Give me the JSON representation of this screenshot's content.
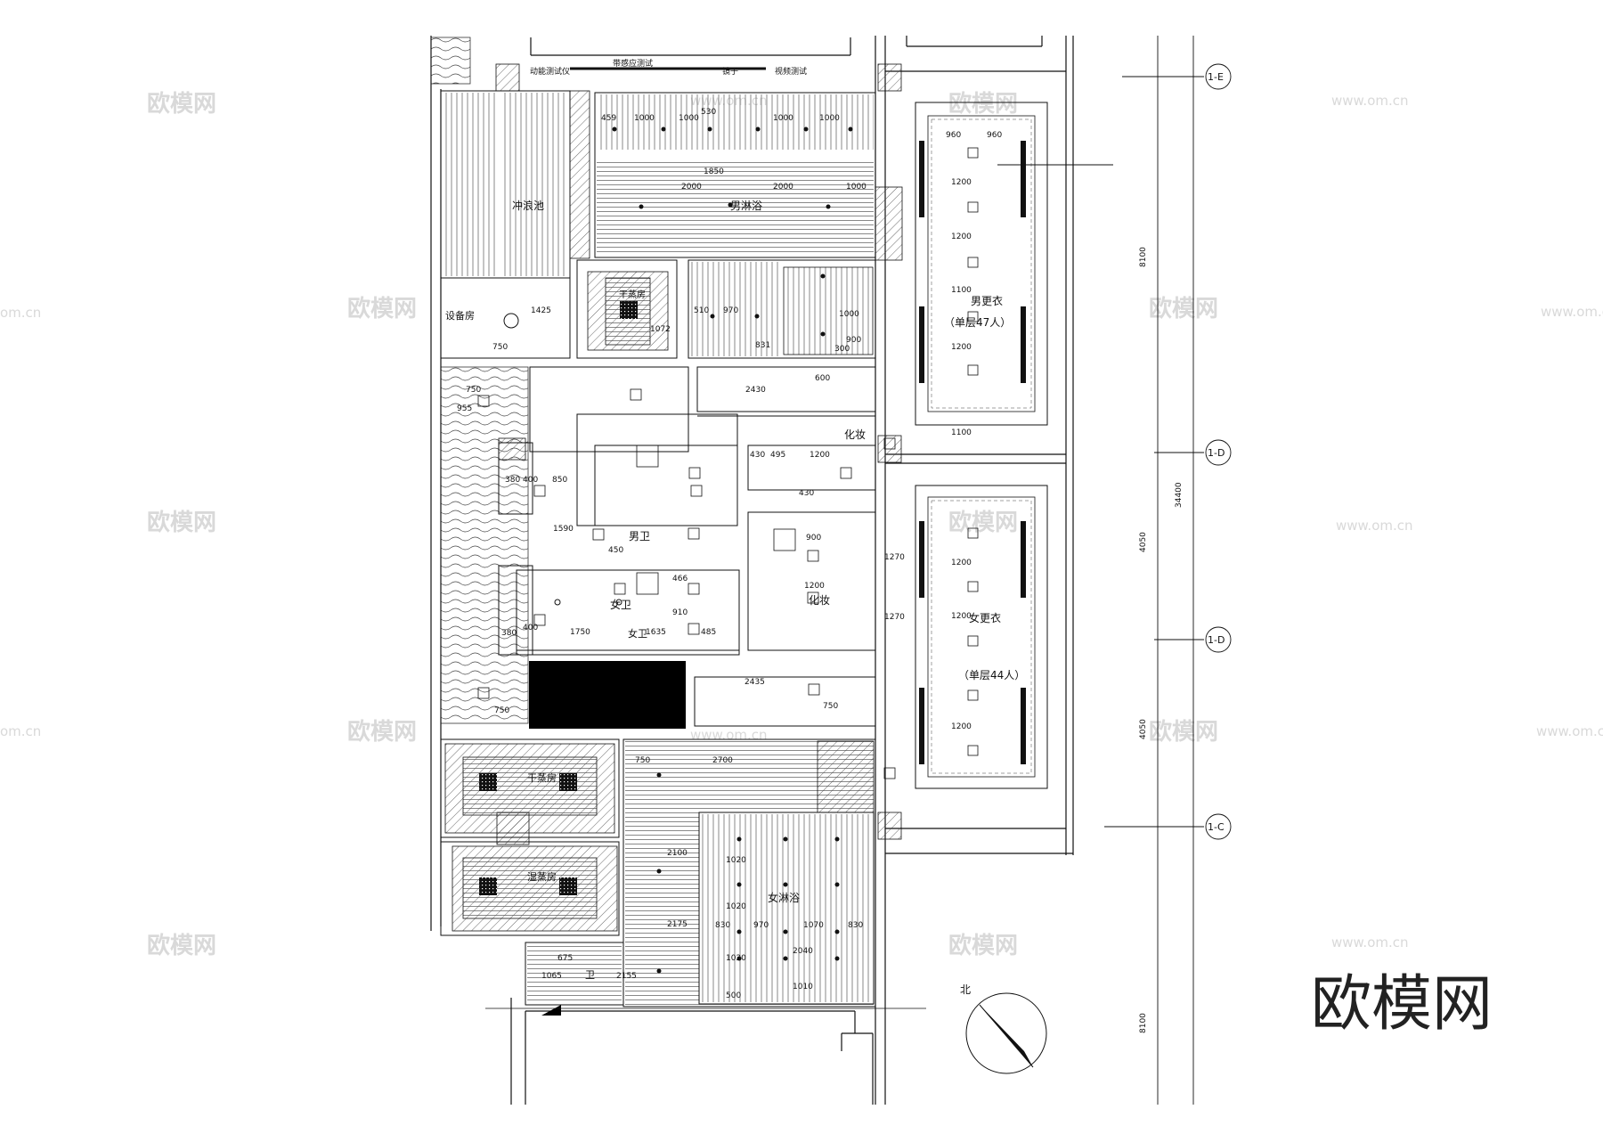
{
  "labels": {
    "top_note_1": "动能测试仪",
    "top_note_2": "带感应测试",
    "top_note_3": "镜子",
    "top_note_4": "视频测试",
    "plunge_pool": "冲浪池",
    "equipment_room": "设备房",
    "male_shower": "男淋浴",
    "dry_sauna_male": "干蒸房",
    "makeup_top": "化妆",
    "makeup_mid": "化妆",
    "male_toilet": "男卫",
    "female_toilet_1": "女卫",
    "female_toilet_2": "女卫",
    "dry_sauna_female": "干蒸房",
    "steam_room_female": "湿蒸房",
    "female_shower": "女淋浴",
    "toilet_small": "卫",
    "male_locker": "男更衣",
    "male_locker_count": "（单层47人）",
    "female_locker": "女更衣",
    "female_locker_count": "（单层44人）",
    "north": "北"
  },
  "dimensions": {
    "d459": "459",
    "d1000a": "1000",
    "d1000b": "1000",
    "d1000c": "1000",
    "d1000d": "1000",
    "d530": "530",
    "d2000a": "2000",
    "d2000b": "2000",
    "d1000e": "1000",
    "d1850": "1850",
    "d1425": "1425",
    "d750a": "750",
    "d510": "510",
    "d970a": "970",
    "d1072": "1072",
    "d831": "831",
    "d1000f": "1000",
    "d900a": "900",
    "d300": "300",
    "d2430": "2430",
    "d600": "600",
    "d955": "955",
    "d750b": "750",
    "d430a": "430",
    "d495": "495",
    "d1200a": "1200",
    "d430b": "430",
    "d380a": "380",
    "d400a": "400",
    "d850": "850",
    "d1590": "1590",
    "d450": "450",
    "d900b": "900",
    "d466": "466",
    "d910": "910",
    "d380b": "380",
    "d400b": "400",
    "d1750": "1750",
    "d1635": "1635",
    "d485": "485",
    "d1270a": "1270",
    "d1270b": "1270",
    "d1200b": "1200",
    "d2435": "2435",
    "d750c": "750",
    "d750d": "750",
    "d2700": "2700",
    "d750e": "750",
    "d2100": "2100",
    "d2175": "2175",
    "d1020a": "1020",
    "d1020b": "1020",
    "d1020c": "1020",
    "d830a": "830",
    "d970b": "970",
    "d1070": "1070",
    "d830b": "830",
    "d2040": "2040",
    "d1010": "1010",
    "d500": "500",
    "d675": "675",
    "d1065": "1065",
    "d2155": "2155",
    "m960a": "960",
    "m960b": "960",
    "m1200a": "1200",
    "m1200b": "1200",
    "m1100a": "1100",
    "m1200c": "1200",
    "m1100b": "1100",
    "f1200a": "1200",
    "f1200b": "1200",
    "f1200c": "1200",
    "overall": "34400",
    "span_top": "8100",
    "span_mid1": "4050",
    "span_mid2": "4050",
    "span_bot": "8100"
  },
  "grid_axes": [
    "1-E",
    "1-D",
    "1-D",
    "1-C"
  ],
  "watermark": {
    "text": "欧模网",
    "url": "www.om.cn",
    "url_partial": "om.cn"
  },
  "brand_mark": "欧模网"
}
